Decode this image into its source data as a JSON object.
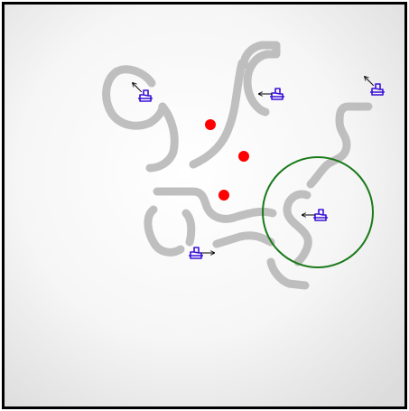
{
  "colors": {
    "frame": "#000000",
    "arena_center": "#ffffff",
    "arena_edge": "#dcdcdc",
    "wall": "#b5b5b5",
    "target": "#ff0000",
    "selection_ring": "#1a7a1a",
    "agent": "#3a10d8",
    "heading_arrow": "#000000"
  },
  "agents": [
    {
      "id": "agent-1",
      "heading": "up-left",
      "selected": false
    },
    {
      "id": "agent-2",
      "heading": "left",
      "selected": false
    },
    {
      "id": "agent-3",
      "heading": "up-left",
      "selected": false
    },
    {
      "id": "agent-4",
      "heading": "left",
      "selected": true
    },
    {
      "id": "agent-5",
      "heading": "right",
      "selected": false
    }
  ],
  "targets": [
    {
      "id": "target-1"
    },
    {
      "id": "target-2"
    },
    {
      "id": "target-3"
    }
  ],
  "icons": {
    "agent": "robot-icon",
    "heading": "arrow-icon",
    "target": "dot-icon",
    "selection": "ring-icon"
  }
}
